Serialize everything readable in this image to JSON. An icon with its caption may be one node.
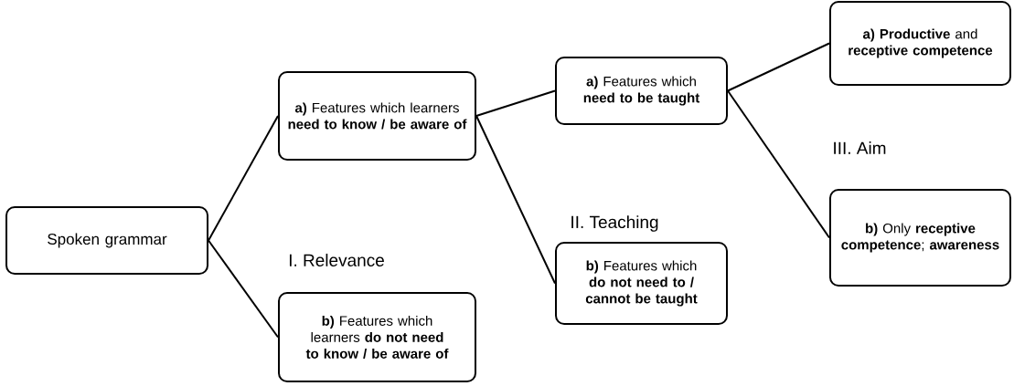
{
  "diagram": {
    "nodes": [
      {
        "text": [
          "Spoken grammar"
        ]
      },
      {
        "text": [
          "**a)** Features which learners **need to know / be aware of**"
        ]
      },
      {
        "text": [
          "**b)** Features which learners **do not need to know / be aware of**"
        ]
      },
      {
        "text": [
          "**a)** Features which **need to be taught**"
        ]
      },
      {
        "text": [
          "**b)** Features which **do not need to / cannot be taught**"
        ]
      },
      {
        "text": [
          "**a) Productive** and **receptive competence**"
        ]
      },
      {
        "text": [
          "**b)** Only **receptive competence**; **awareness**"
        ]
      }
    ],
    "edges": [
      {
        "from": 0,
        "to": 1,
        "arrow": "none"
      },
      {
        "from": 0,
        "to": 2,
        "arrow": "none"
      },
      {
        "from": 1,
        "to": 3,
        "arrow": "none"
      },
      {
        "from": 1,
        "to": 4,
        "arrow": "none"
      },
      {
        "from": 3,
        "to": 5,
        "arrow": "none"
      },
      {
        "from": 3,
        "to": 6,
        "arrow": "none"
      }
    ],
    "labels": [
      "III. Aim",
      "II. Teaching",
      "I. Relevance"
    ]
  }
}
